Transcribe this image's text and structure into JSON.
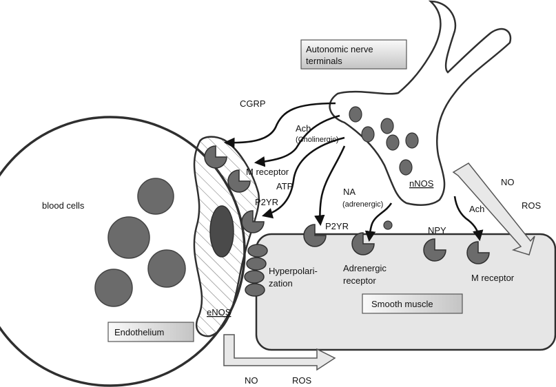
{
  "labels": {
    "autonomic_line1": "Autonomic nerve",
    "autonomic_line2": "terminals",
    "cgrp": "CGRP",
    "ach_top": "Ach",
    "cholinergic": "(Cholinergic)",
    "m_receptor_endo": "M receptor",
    "atp": "ATP",
    "p2yr_endo": "P2YR",
    "blood_cells": "blood cells",
    "na": "NA",
    "adrenergic": "(adrenergic)",
    "p2yr_muscle": "P2YR",
    "nnos": "nNOS",
    "no_right": "NO",
    "ros_right": "ROS",
    "ach_right": "Ach",
    "npy": "NPY",
    "hyperpolar_line1": "Hyperpolari-",
    "hyperpolar_line2": "zation",
    "adrenergic_rec_line1": "Adrenergic",
    "adrenergic_rec_line2": "receptor",
    "m_receptor_muscle": "M receptor",
    "smooth_muscle": "Smooth muscle",
    "endothelium": "Endothelium",
    "enos": "eNOS",
    "no_bottom": "NO",
    "ros_bottom": "ROS"
  },
  "colors": {
    "outline": "#2f2f2f",
    "cell_fill": "#6b6b6b",
    "nucleus_fill": "#4a4a4a",
    "muscle_fill": "#e6e6e6",
    "hollow_arrow_fill": "#e8e8e8",
    "label_box_top": "#fafafa",
    "label_box_bottom": "#c8c8c8"
  }
}
